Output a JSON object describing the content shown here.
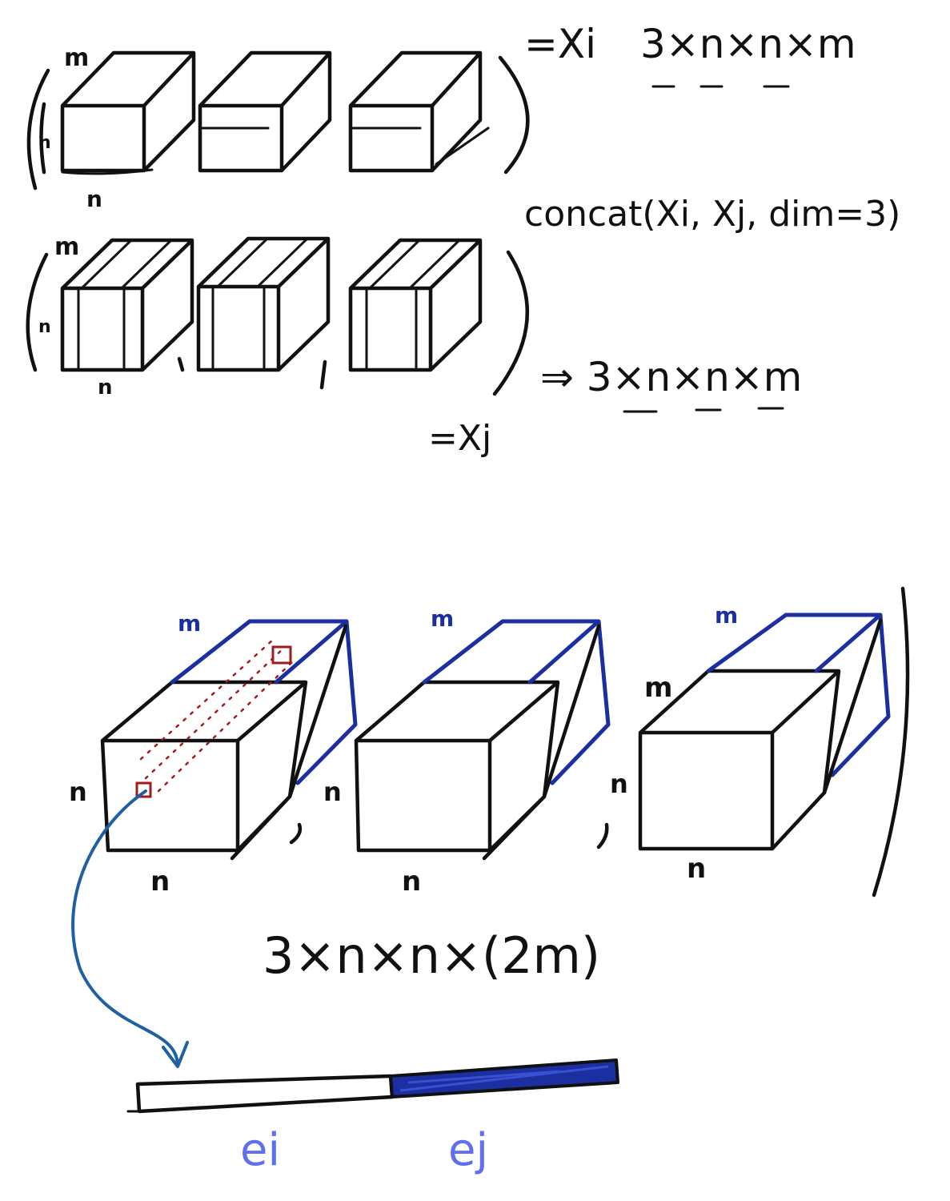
{
  "colors": {
    "ink": "#111111",
    "navy": "#1b2fa0",
    "arrow_blue": "#1f5fa3",
    "red": "#a01c1c",
    "label_blue": "#5f6ff0"
  },
  "section1": {
    "eq_xi": "=Xi",
    "shape": "3×n×n×m",
    "dim_m": "m",
    "dim_n_side": "n",
    "dim_n_bottom": "n"
  },
  "section2": {
    "concat": "concat(Xi, Xj, dim=3)",
    "dim_m": "m",
    "dim_n_side": "n",
    "dim_n_bottom": "n",
    "result": "⇒ 3×n×n×m",
    "eq_xj": "=Xj"
  },
  "section3": {
    "m_labels": [
      "m",
      "m",
      "m"
    ],
    "m_side": "m",
    "n_sides": [
      "n",
      "n",
      "n"
    ],
    "n_bottoms": [
      "n",
      "n",
      "n"
    ],
    "shape": "3×n×n×(2m)",
    "ei": "ei",
    "ej": "ej"
  }
}
